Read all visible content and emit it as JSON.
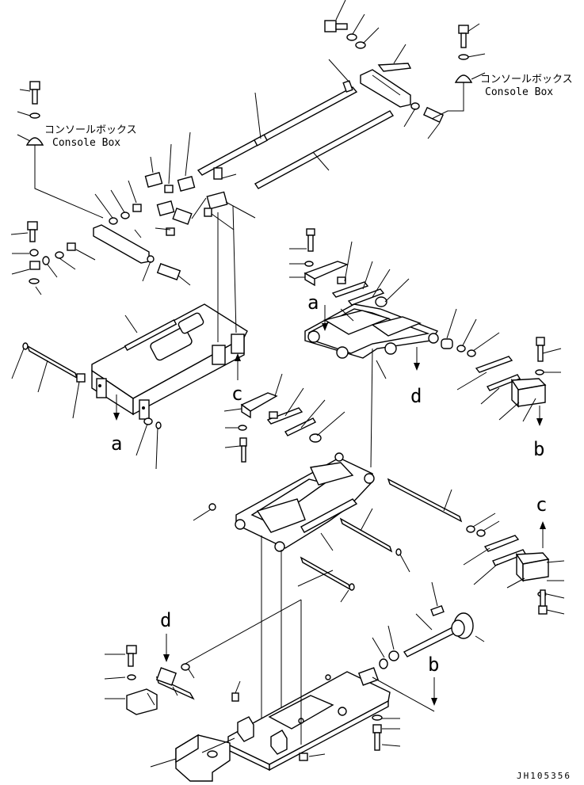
{
  "labels": {
    "console_box_left_jp": "コンソールボックス",
    "console_box_left_en": "Console Box",
    "console_box_right_jp": "コンソールボックス",
    "console_box_right_en": "Console Box",
    "ref_a_top": "a",
    "ref_a_bottom": "a",
    "ref_b_right": "b",
    "ref_b_bottom": "b",
    "ref_c_left": "c",
    "ref_c_right": "c",
    "ref_d_mid": "d",
    "ref_d_bottom": "d",
    "drawing_code": "JH105356"
  }
}
